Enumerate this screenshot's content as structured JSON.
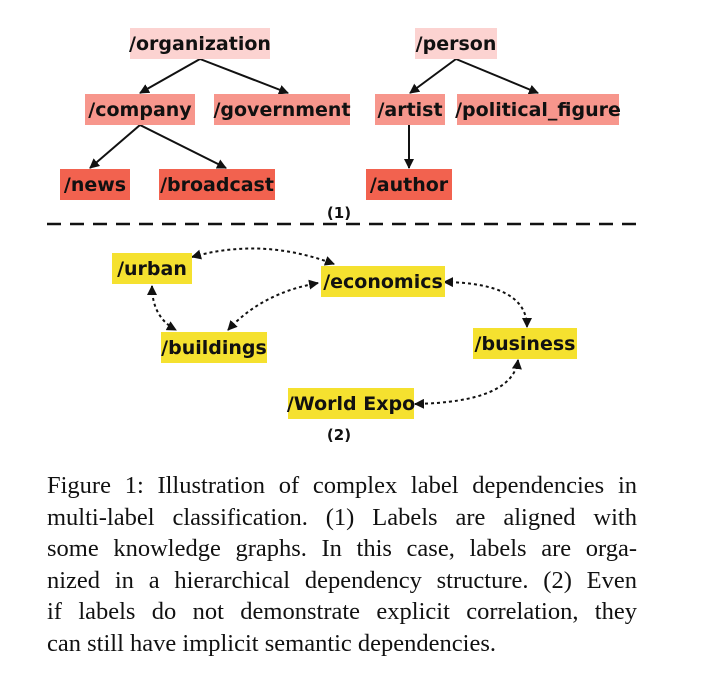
{
  "colors": {
    "level1": "#fcd3d1",
    "level2": "#f7968c",
    "level3": "#f2624f",
    "semantic": "#f5e12f",
    "ink": "#111111"
  },
  "panel1": {
    "label": "(1)",
    "nodes": {
      "organization": "/organization",
      "company": "/company",
      "government": "/government",
      "news": "/news",
      "broadcast": "/broadcast",
      "person": "/person",
      "artist": "/artist",
      "political_figure": "/political_figure",
      "author": "/author"
    },
    "edges": [
      [
        "organization",
        "company"
      ],
      [
        "organization",
        "government"
      ],
      [
        "company",
        "news"
      ],
      [
        "company",
        "broadcast"
      ],
      [
        "person",
        "artist"
      ],
      [
        "person",
        "political_figure"
      ],
      [
        "artist",
        "author"
      ]
    ]
  },
  "panel2": {
    "label": "(2)",
    "nodes": {
      "urban": "/urban",
      "economics": "/economics",
      "buildings": "/buildings",
      "business": "/business",
      "world_expo": "/World Expo"
    },
    "edges": [
      [
        "urban",
        "economics"
      ],
      [
        "urban",
        "buildings"
      ],
      [
        "buildings",
        "economics"
      ],
      [
        "economics",
        "business"
      ],
      [
        "business",
        "world_expo"
      ]
    ]
  },
  "caption": {
    "lines": [
      "Figure 1: Illustration of complex label dependencies in",
      "multi-label classification.  (1) Labels are aligned with",
      "some knowledge graphs. In this case, labels are orga-",
      "nized in a hierarchical dependency structure. (2) Even",
      "if labels do not demonstrate explicit correlation, they",
      "can still have implicit semantic dependencies."
    ]
  }
}
